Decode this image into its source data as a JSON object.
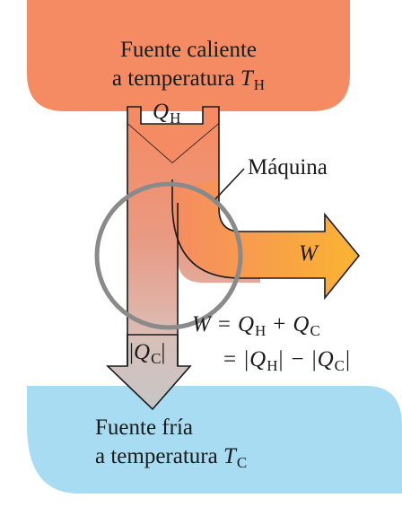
{
  "hot_reservoir": {
    "line1": "Fuente caliente",
    "line2_prefix": "a temperatura ",
    "symbol": "T",
    "subscript": "H",
    "color": "#f58b63"
  },
  "heat_in": {
    "symbol": "Q",
    "subscript": "H"
  },
  "engine_label": "Máquina",
  "work_label": "W",
  "heat_out": {
    "bar": "|",
    "symbol": "Q",
    "subscript": "C"
  },
  "cold_reservoir": {
    "line1": "Fuente fría",
    "line2_prefix": "a temperatura ",
    "symbol": "T",
    "subscript": "C",
    "color": "#a8dcf3"
  },
  "equation": {
    "line1": {
      "lhs": "W",
      "eq": "=",
      "q1": "Q",
      "s1": "H",
      "plus": "+",
      "q2": "Q",
      "s2": "C"
    },
    "line2": {
      "eq": "=",
      "bar": "|",
      "q1": "Q",
      "s1": "H",
      "minus": "−",
      "q2": "Q",
      "s2": "C"
    }
  },
  "colors": {
    "heat_flow": "#f58b63",
    "work_gradient_start": "#f58b63",
    "work_gradient_end": "#fbb431",
    "engine_circle": "#8a8a8a",
    "exhaust_arrow": "#c9c9c9"
  }
}
